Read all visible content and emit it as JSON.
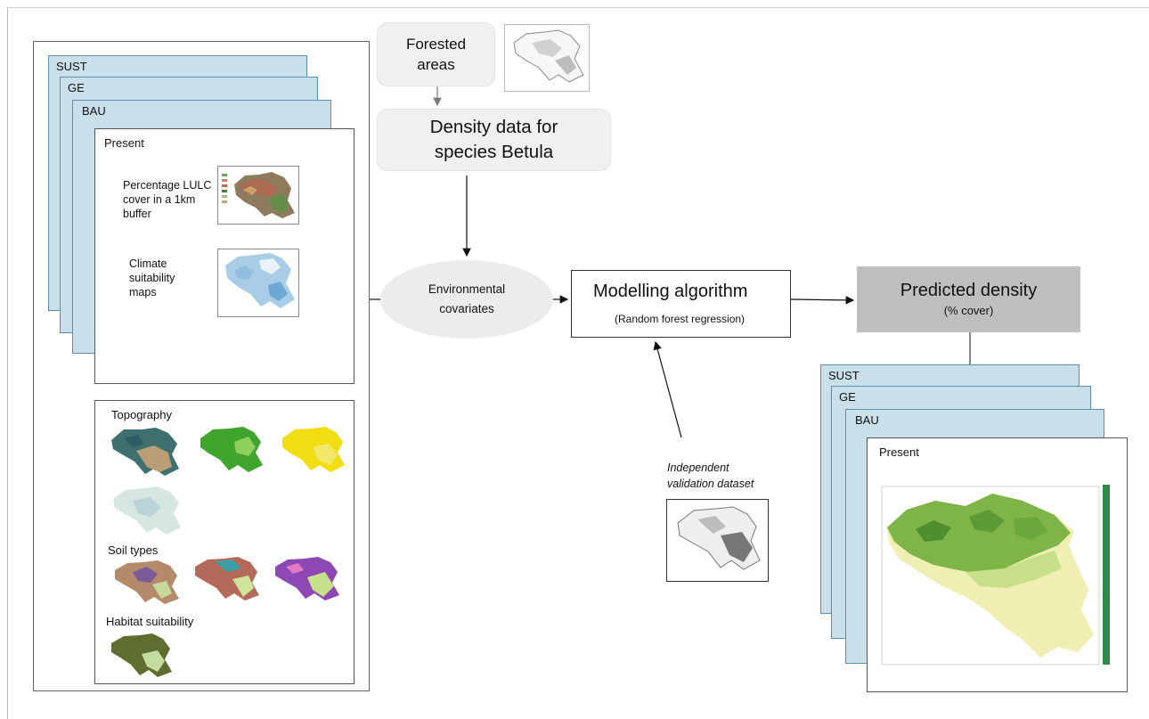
{
  "left_panel": {
    "scenarios": [
      "SUST",
      "GE",
      "BAU"
    ],
    "present_label": "Present",
    "lulc_label": "Percentage LULC cover in a 1km buffer",
    "climate_label": "Climate suitability maps",
    "topography_label": "Topography",
    "soil_label": "Soil types",
    "habitat_label": "Habitat suitability"
  },
  "top": {
    "forested_label": "Forested areas",
    "density_label": "Density data for species Betula"
  },
  "middle": {
    "env_label": "Environmental covariates",
    "model_title": "Modelling algorithm",
    "model_subtitle": "(Random forest regression)",
    "validation_label": "Independent validation dataset"
  },
  "right": {
    "predicted_title": "Predicted density",
    "predicted_subtitle": "(% cover)",
    "scenarios": [
      "SUST",
      "GE",
      "BAU"
    ],
    "present_label": "Present"
  },
  "colors": {
    "sheet_fill": "#c9dfe9",
    "sheet_border": "#5d8eab",
    "predicted_fill": "#bfbfbf",
    "pill_fill": "#f0f0f0"
  }
}
